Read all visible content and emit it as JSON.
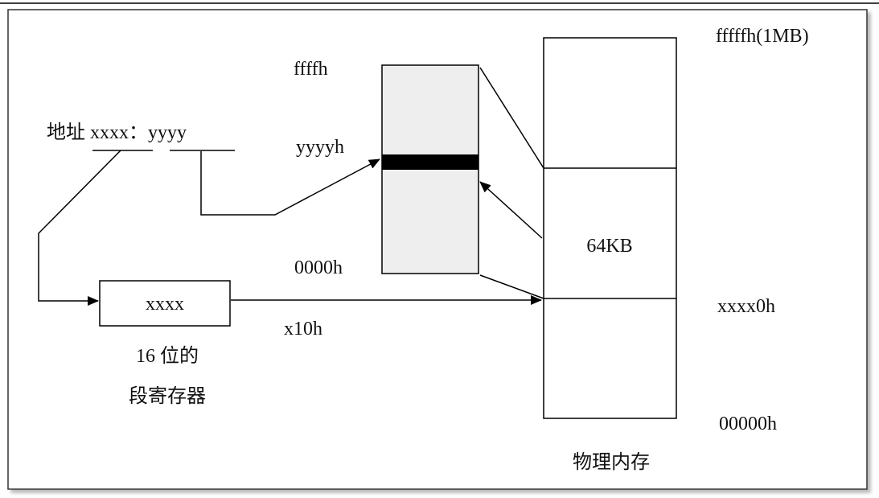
{
  "labels": {
    "address": "地址 xxxx：yyyy",
    "segment_value": "xxxx",
    "segment_reg_line1": "16 位的",
    "segment_reg_line2": "段寄存器",
    "multiplier": "x10h",
    "seg_top": "ffffh",
    "seg_offset": "yyyyh",
    "seg_bottom": "0000h",
    "mem_top": "fffffh(1MB)",
    "mem_base": "xxxx0h",
    "mem_bottom": "00000h",
    "seg_size": "64KB",
    "memory_title": "物理内存"
  },
  "colors": {
    "segment_fill": "#eeeeee",
    "offset_band": "#000000",
    "line": "#000000"
  }
}
